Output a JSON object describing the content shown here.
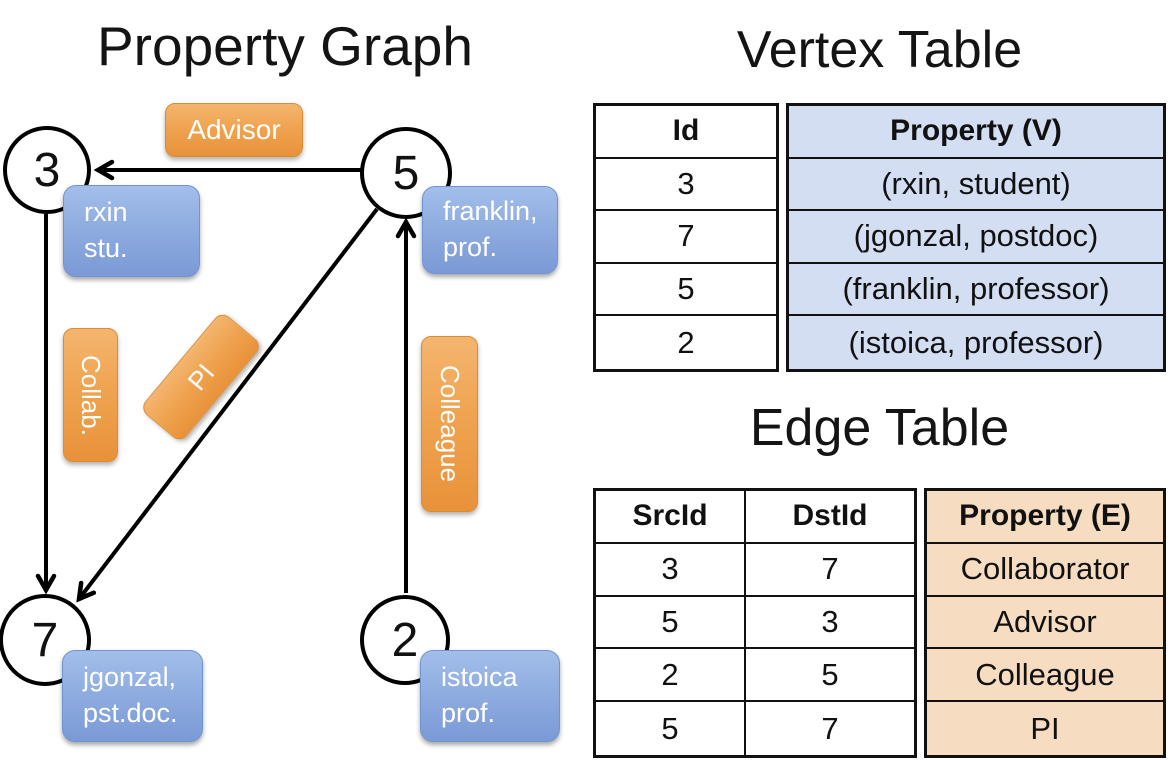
{
  "graph": {
    "title": "Property Graph",
    "nodes": [
      {
        "id": "3"
      },
      {
        "id": "5"
      },
      {
        "id": "7"
      },
      {
        "id": "2"
      }
    ],
    "vertex_properties": [
      {
        "lines": [
          "rxin",
          "stu."
        ]
      },
      {
        "lines": [
          "franklin,",
          "prof."
        ]
      },
      {
        "lines": [
          "jgonzal,",
          "pst.doc."
        ]
      },
      {
        "lines": [
          "istoica",
          "prof."
        ]
      }
    ],
    "edge_labels": {
      "advisor": "Advisor",
      "collab": "Collab.",
      "pi": "PI",
      "colleague": "Colleague"
    }
  },
  "vertex_table": {
    "title": "Vertex Table",
    "columns": [
      "Id",
      "Property (V)"
    ],
    "rows": [
      [
        "3",
        "(rxin, student)"
      ],
      [
        "7",
        "(jgonzal, postdoc)"
      ],
      [
        "5",
        "(franklin, professor)"
      ],
      [
        "2",
        "(istoica, professor)"
      ]
    ]
  },
  "edge_table": {
    "title": "Edge Table",
    "columns": [
      "SrcId",
      "DstId",
      "Property (E)"
    ],
    "rows": [
      [
        "3",
        "7",
        "Collaborator"
      ],
      [
        "5",
        "3",
        "Advisor"
      ],
      [
        "2",
        "5",
        "Colleague"
      ],
      [
        "5",
        "7",
        "PI"
      ]
    ]
  },
  "colors": {
    "edge_label_orange": "#efa24e",
    "vertex_box_blue": "#8fade0",
    "vertex_table_fill": "#d3def2",
    "edge_table_fill": "#f6ddc1",
    "line_black": "#000000"
  }
}
